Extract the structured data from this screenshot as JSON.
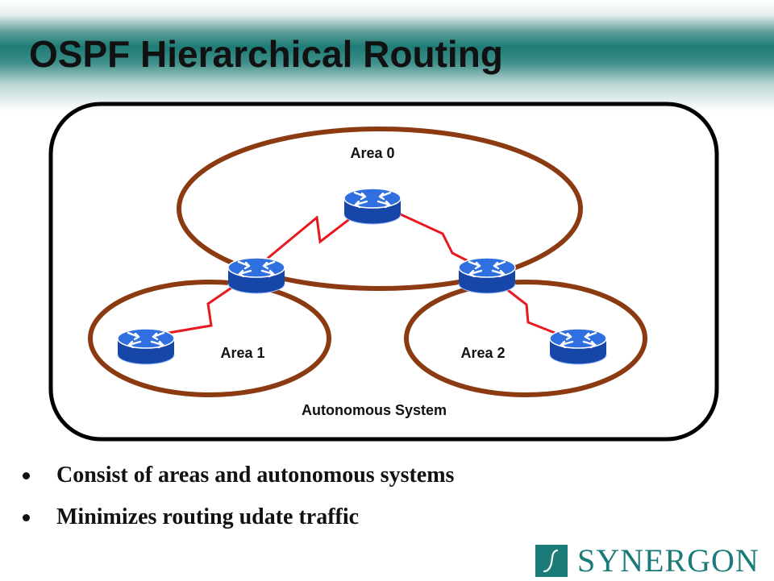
{
  "slide": {
    "title": "OSPF Hierarchical Routing"
  },
  "diagram": {
    "labels": {
      "area0": "Area 0",
      "area1": "Area 1",
      "area2": "Area 2",
      "autonomous_system": "Autonomous System"
    },
    "colors": {
      "area_ring": "#8b3a12",
      "link": "#e8191e",
      "router_top": "#2f6fe0",
      "router_side": "#1646a8",
      "as_border": "#000000"
    },
    "icons": [
      "router-icon"
    ]
  },
  "bullets": [
    "Consist of areas and autonomous systems",
    "Minimizes routing udate traffic"
  ],
  "logo": {
    "text": "SYNERGON",
    "color": "#1a7b78"
  }
}
